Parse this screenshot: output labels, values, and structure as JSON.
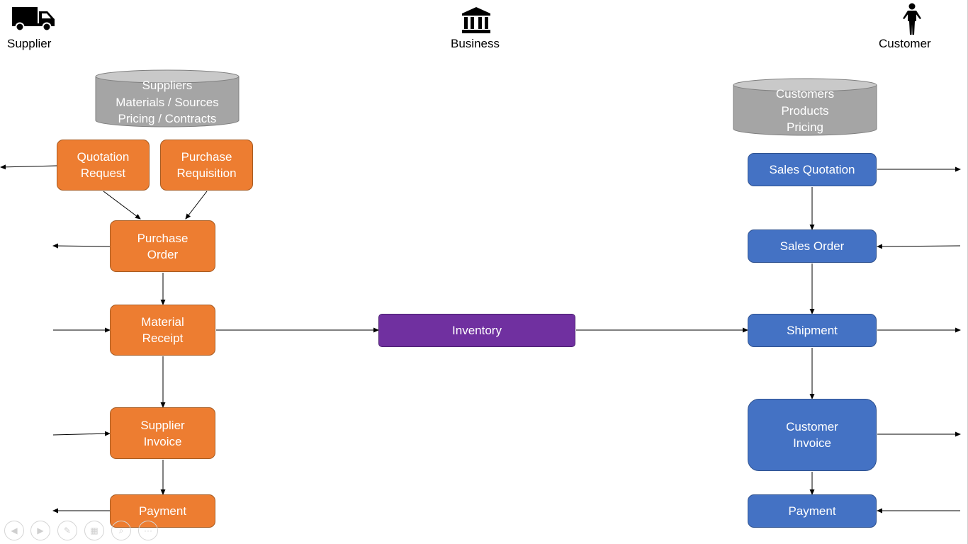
{
  "actors": {
    "supplier": {
      "label": "Supplier",
      "icon": "truck-icon"
    },
    "business": {
      "label": "Business",
      "icon": "bank-icon"
    },
    "customer": {
      "label": "Customer",
      "icon": "person-icon"
    }
  },
  "databases": {
    "supplier_db": "Suppliers\nMaterials / Sources\nPricing / Contracts",
    "customer_db": "Customers\nProducts\nPricing"
  },
  "supplier_steps": {
    "quotation_request": "Quotation\nRequest",
    "purchase_requisition": "Purchase\nRequisition",
    "purchase_order": "Purchase\nOrder",
    "material_receipt": "Material\nReceipt",
    "supplier_invoice": "Supplier\nInvoice",
    "payment": "Payment"
  },
  "business_steps": {
    "inventory": "Inventory"
  },
  "customer_steps": {
    "sales_quotation": "Sales Quotation",
    "sales_order": "Sales Order",
    "shipment": "Shipment",
    "customer_invoice": "Customer\nInvoice",
    "payment": "Payment"
  },
  "colors": {
    "supplier_process": "#ed7d31",
    "customer_process": "#4472c4",
    "inventory": "#7030a0",
    "database": "#a5a5a5"
  },
  "toolbar": [
    "prev-icon",
    "next-icon",
    "pen-icon",
    "slides-icon",
    "zoom-icon",
    "more-icon"
  ]
}
